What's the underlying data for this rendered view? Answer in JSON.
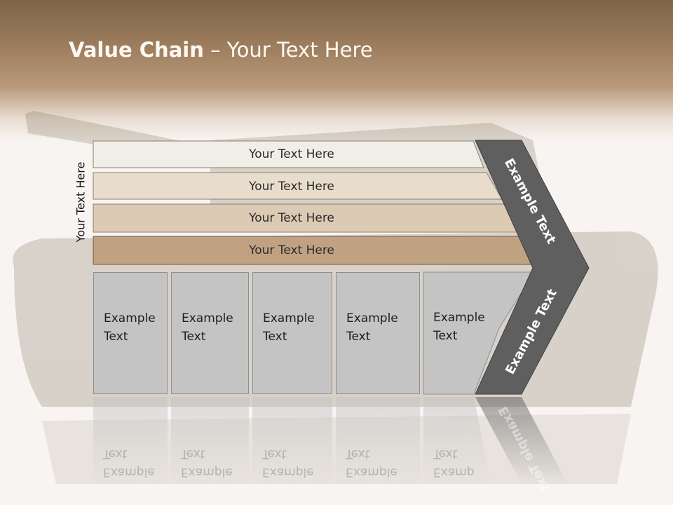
{
  "slide": {
    "title_bold": "Value Chain",
    "title_rest": " – Your Text Here",
    "side_label": "Your Text Here",
    "bars": [
      {
        "label": "Your Text Here",
        "color": "#f1ede7"
      },
      {
        "label": "Your Text Here",
        "color": "#e8dccd"
      },
      {
        "label": "Your Text Here",
        "color": "#dccab4"
      },
      {
        "label": "Your Text Here",
        "color": "#c0a283"
      }
    ],
    "boxes": [
      {
        "line1": "Example",
        "line2": "Text"
      },
      {
        "line1": "Example",
        "line2": "Text"
      },
      {
        "line1": "Example",
        "line2": "Text"
      },
      {
        "line1": "Example",
        "line2": "Text"
      },
      {
        "line1": "Example",
        "line2": "Text"
      }
    ],
    "chevron_upper": "Example Text",
    "chevron_lower": "Example Text",
    "colors": {
      "chevron": "#5f5f5f",
      "box": "#c4c4c4",
      "header": "#9f7f5f"
    }
  }
}
